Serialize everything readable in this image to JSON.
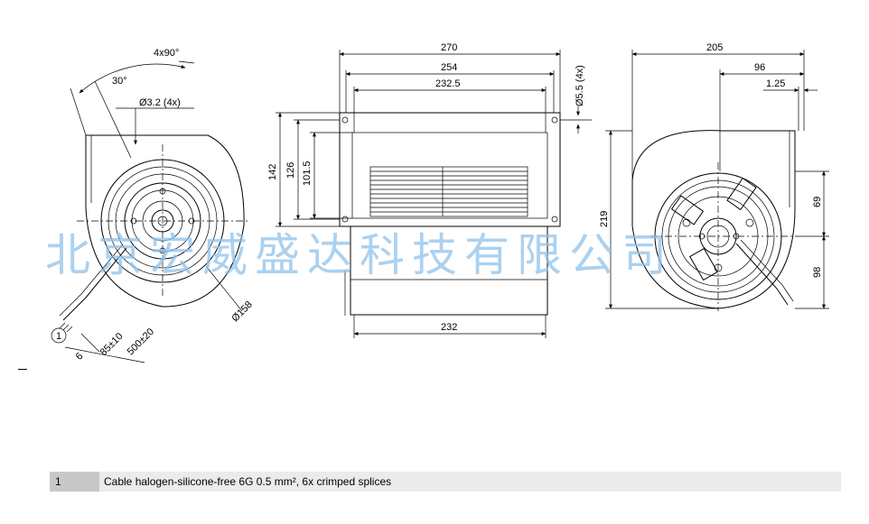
{
  "left_view": {
    "angle_pattern": "4x90°",
    "angle": "30°",
    "hole": "Ø3.2 (4x)",
    "diameter": "Ø158",
    "callout": "1",
    "cable_6": "6",
    "cable_85": "85±10",
    "cable_500": "500±20"
  },
  "front_view": {
    "w270": "270",
    "w254": "254",
    "w2325": "232.5",
    "slot": "Ø5.5 (4x)",
    "h142": "142",
    "h126": "126",
    "h1015": "101.5",
    "w232": "232"
  },
  "right_view": {
    "w205": "205",
    "w96": "96",
    "w125": "1.25",
    "h219": "219",
    "h69": "69",
    "h98": "98"
  },
  "watermark": "北京宏威盛达科技有限公司",
  "legend": {
    "number": "1",
    "text": "Cable halogen-silicone-free 6G 0.5 mm², 6x crimped splices"
  }
}
